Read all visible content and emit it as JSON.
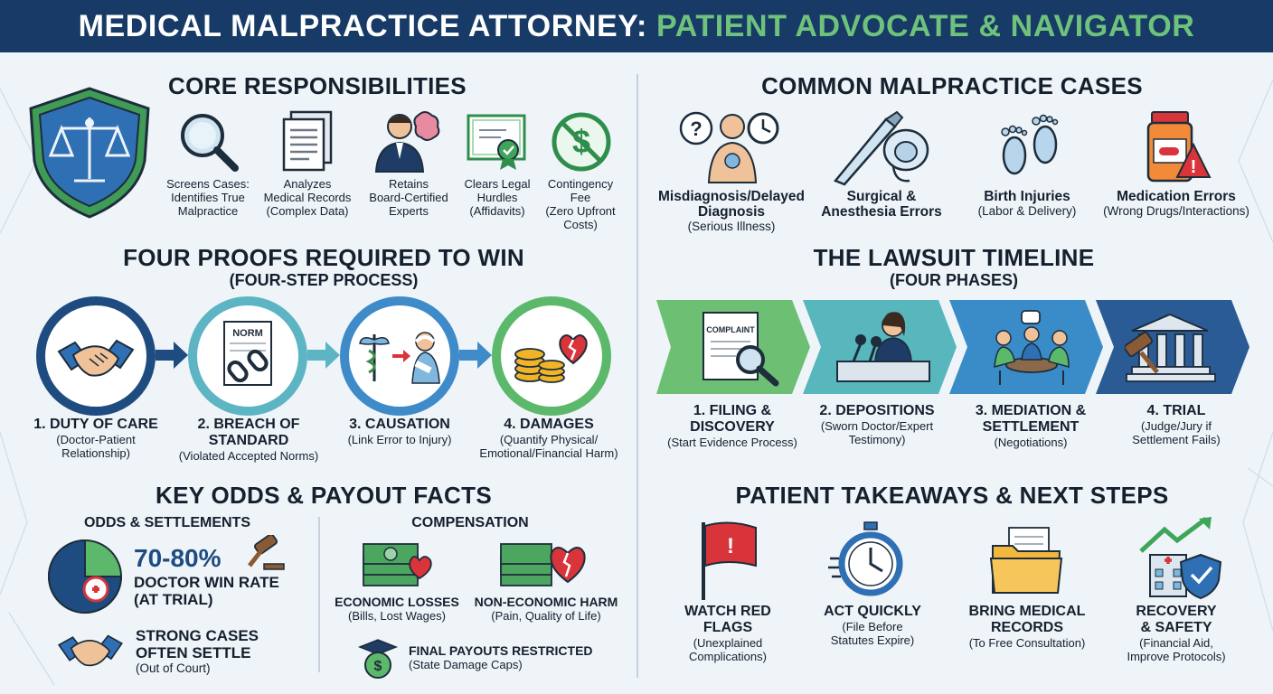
{
  "header": {
    "title_main": "MEDICAL MALPRACTICE ATTORNEY:",
    "title_accent": "PATIENT ADVOCATE & NAVIGATOR"
  },
  "core": {
    "title": "CORE RESPONSIBILITIES",
    "items": [
      {
        "icon": "magnifier-icon",
        "title": "Screens Cases:",
        "line2": "Identifies True",
        "line3": "Malpractice"
      },
      {
        "icon": "documents-icon",
        "title": "Analyzes",
        "line2": "Medical Records",
        "line3": "(Complex Data)"
      },
      {
        "icon": "expert-icon",
        "title": "Retains",
        "line2": "Board-Certified",
        "line3": "Experts"
      },
      {
        "icon": "certificate-icon",
        "title": "Clears Legal",
        "line2": "Hurdles",
        "line3": "(Affidavits)"
      },
      {
        "icon": "no-fee-icon",
        "title": "Contingency",
        "line2": "Fee",
        "line3": "(Zero Upfront",
        "line4": "Costs)"
      }
    ]
  },
  "cases": {
    "title": "COMMON MALPRACTICE CASES",
    "items": [
      {
        "icon": "misdiagnosis-icon",
        "title": "Misdiagnosis/Delayed",
        "title2": "Diagnosis",
        "sub": "(Serious Illness)"
      },
      {
        "icon": "surgical-icon",
        "title": "Surgical &",
        "title2": "Anesthesia Errors",
        "sub": ""
      },
      {
        "icon": "footprints-icon",
        "title": "Birth Injuries",
        "title2": "",
        "sub": "(Labor & Delivery)"
      },
      {
        "icon": "medication-icon",
        "title": "Medication Errors",
        "title2": "",
        "sub": "(Wrong Drugs/Interactions)"
      }
    ]
  },
  "proofs": {
    "title": "FOUR PROOFS REQUIRED TO WIN",
    "subtitle": "(FOUR-STEP PROCESS)",
    "steps": [
      {
        "icon": "handshake-icon",
        "title": "1. DUTY OF CARE",
        "title2": "",
        "sub": "(Doctor-Patient",
        "sub2": "Relationship)",
        "color": "#1f4c80"
      },
      {
        "icon": "broken-chain-icon",
        "title": "2. BREACH OF",
        "title2": "STANDARD",
        "sub": "(Violated Accepted Norms)",
        "sub2": "",
        "color": "#5db5c4",
        "norm_text": "NORM"
      },
      {
        "icon": "causation-icon",
        "title": "3. CAUSATION",
        "title2": "",
        "sub": "(Link Error to Injury)",
        "sub2": "",
        "color": "#3f8ac8"
      },
      {
        "icon": "damages-icon",
        "title": "4. DAMAGES",
        "title2": "",
        "sub": "(Quantify Physical/",
        "sub2": "Emotional/Financial Harm)",
        "color": "#5cb86a"
      }
    ]
  },
  "timeline": {
    "title": "THE LAWSUIT TIMELINE",
    "subtitle": "(FOUR PHASES)",
    "phases": [
      {
        "icon": "complaint-icon",
        "title": "1. FILING &",
        "title2": "DISCOVERY",
        "sub": "(Start Evidence Process)",
        "sub2": "",
        "color": "#6dbf73",
        "doc_text": "COMPLAINT"
      },
      {
        "icon": "deposition-icon",
        "title": "2. DEPOSITIONS",
        "title2": "",
        "sub": "(Sworn Doctor/Expert",
        "sub2": "Testimony)",
        "color": "#58b6bd"
      },
      {
        "icon": "mediation-icon",
        "title": "3. MEDIATION &",
        "title2": "SETTLEMENT",
        "sub": "(Negotiations)",
        "sub2": "",
        "color": "#3a8cc8"
      },
      {
        "icon": "courthouse-icon",
        "title": "4. TRIAL",
        "title2": "",
        "sub": "(Judge/Jury if",
        "sub2": "Settlement Fails)",
        "color": "#2a5b94"
      }
    ]
  },
  "odds": {
    "title": "KEY ODDS & PAYOUT FACTS",
    "left_heading": "ODDS & SETTLEMENTS",
    "right_heading": "COMPENSATION",
    "doctor_win_rate": "70-80%",
    "doctor_win_value": 75,
    "win_line1": "DOCTOR WIN RATE",
    "win_line2": "(AT TRIAL)",
    "settle_line1": "STRONG CASES",
    "settle_line2": "OFTEN SETTLE",
    "settle_sub": "(Out of Court)",
    "economic_title": "ECONOMIC LOSSES",
    "economic_sub": "(Bills, Lost Wages)",
    "noneconomic_title": "NON-ECONOMIC HARM",
    "noneconomic_sub": "(Pain, Quality of Life)",
    "caps_title": "FINAL PAYOUTS RESTRICTED",
    "caps_sub": "(State Damage Caps)"
  },
  "takeaways": {
    "title": "PATIENT TAKEAWAYS & NEXT STEPS",
    "items": [
      {
        "icon": "red-flag-icon",
        "title": "WATCH RED",
        "title2": "FLAGS",
        "sub": "(Unexplained",
        "sub2": "Complications)"
      },
      {
        "icon": "stopwatch-icon",
        "title": "ACT QUICKLY",
        "title2": "",
        "sub": "(File Before",
        "sub2": "Statutes Expire)"
      },
      {
        "icon": "folder-icon",
        "title": "BRING MEDICAL",
        "title2": "RECORDS",
        "sub": "(To Free Consultation)",
        "sub2": ""
      },
      {
        "icon": "recovery-icon",
        "title": "RECOVERY",
        "title2": "& SAFETY",
        "sub": "(Financial Aid,",
        "sub2": "Improve Protocols)"
      }
    ]
  },
  "colors": {
    "navy": "#173a66",
    "green": "#6fc27c",
    "red": "#d9343a",
    "blue": "#3f8ac8"
  }
}
